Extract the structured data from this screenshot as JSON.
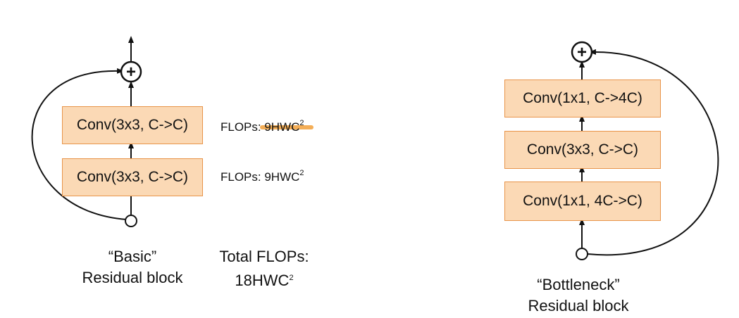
{
  "basic": {
    "blocks": [
      "Conv(3x3, C->C)",
      "Conv(3x3, C->C)"
    ],
    "flops": [
      {
        "text": "FLOPs: 9HWC",
        "sup": "2"
      },
      {
        "text": "FLOPs: 9HWC",
        "sup": "2"
      }
    ],
    "caption_line1": "“Basic”",
    "caption_line2": "Residual block",
    "total_line1": "Total FLOPs:",
    "total_line2": "18HWC",
    "total_sup": "2"
  },
  "bottleneck": {
    "blocks": [
      "Conv(1x1, C->4C)",
      "Conv(3x3, C->C)",
      "Conv(1x1, 4C->C)"
    ],
    "caption_line1": "“Bottleneck”",
    "caption_line2": "Residual block"
  },
  "plus_symbol": "+",
  "colors": {
    "block_fill": "#fbd9b5",
    "block_border": "#e8944a",
    "line": "#111111",
    "highlight_orange": "#f3a13a",
    "highlight_blue": "#4f8fc0",
    "note_green": "#3aa63a",
    "note_red": "#d83a3a",
    "note_blue": "#2d6fd8"
  }
}
